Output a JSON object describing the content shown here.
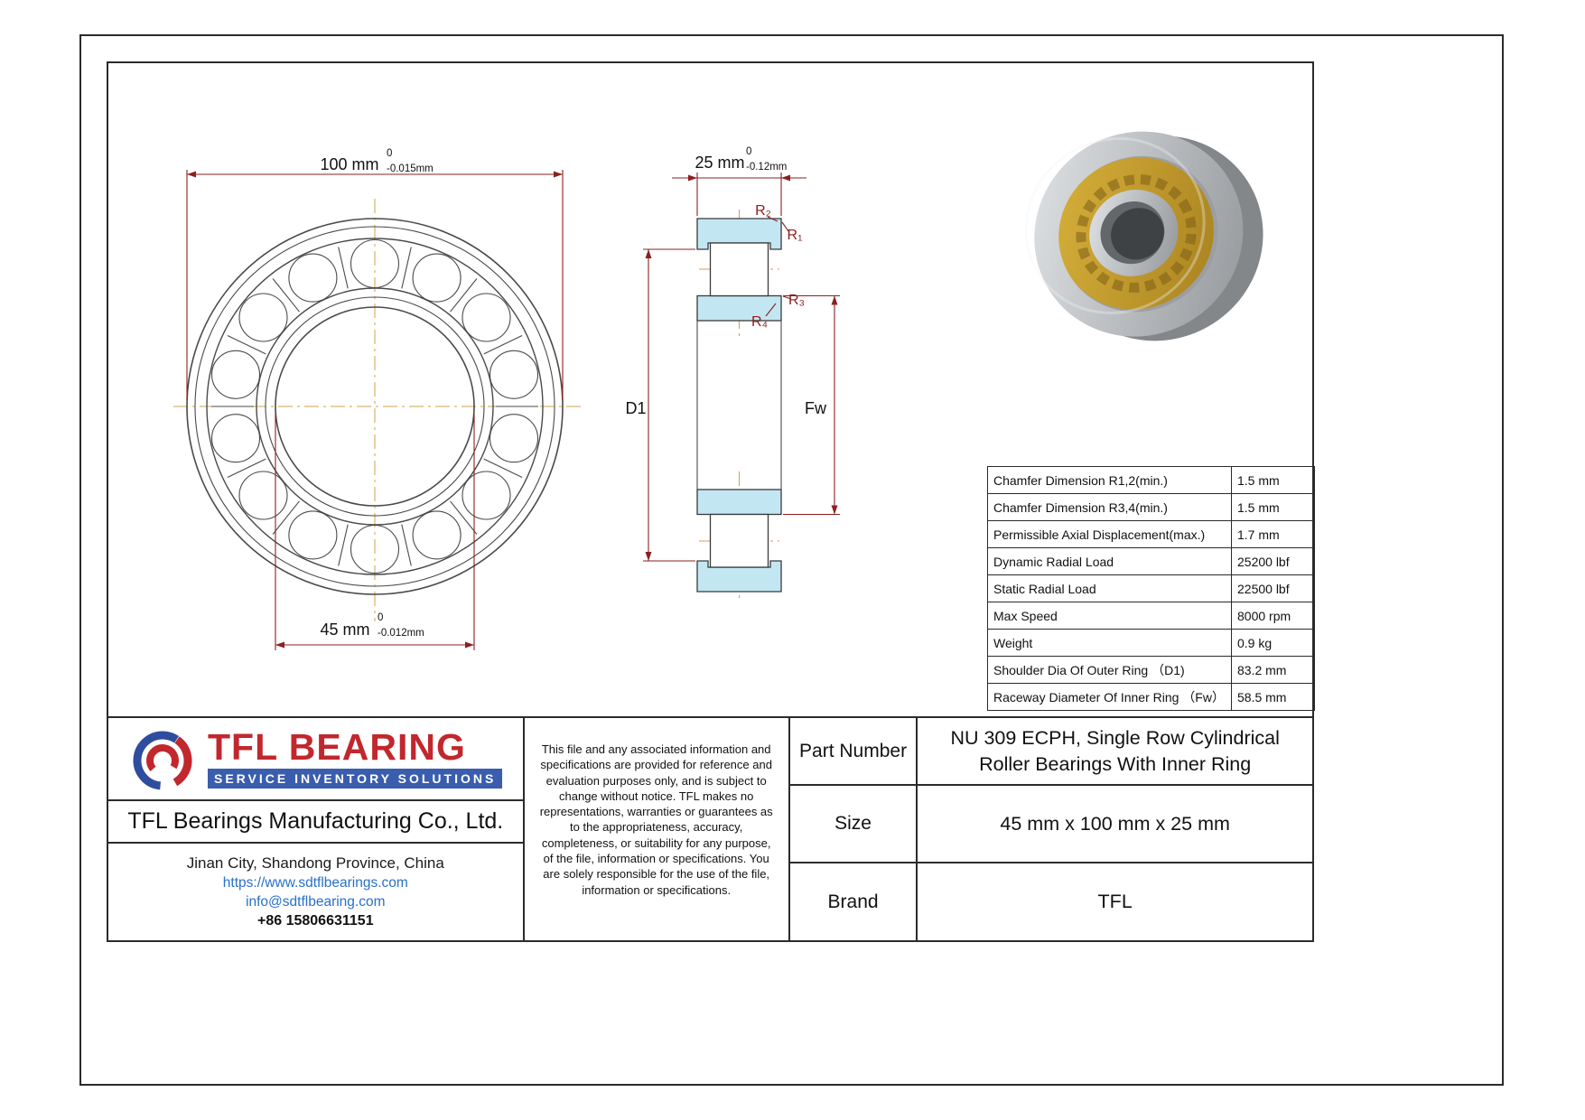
{
  "drawing": {
    "front_view": {
      "dim_outer_value": "100 mm",
      "dim_outer_tol_upper": "0",
      "dim_outer_tol_lower": "-0.015mm",
      "dim_bore_value": "45 mm",
      "dim_bore_tol_upper": "0",
      "dim_bore_tol_lower": "-0.012mm"
    },
    "section_view": {
      "dim_width_value": "25 mm",
      "dim_width_tol_upper": "0",
      "dim_width_tol_lower": "-0.12mm",
      "label_r1": "R₁",
      "label_r2": "R₂",
      "label_r3": "R₃",
      "label_r4": "R₄",
      "label_d1": "D1",
      "label_fw": "Fw"
    },
    "colors": {
      "section_fill": "#c2e7f2",
      "dimension_line": "#8b2020",
      "centerline": "#d1a04b",
      "cage_gold": "#c79f2e",
      "steel_gray": "#b9bdc0"
    }
  },
  "spec_table": {
    "rows": [
      {
        "label": "Chamfer Dimension R1,2(min.)",
        "value": "1.5 mm"
      },
      {
        "label": "Chamfer Dimension R3,4(min.)",
        "value": "1.5 mm"
      },
      {
        "label": "Permissible Axial Displacement(max.)",
        "value": "1.7 mm"
      },
      {
        "label": "Dynamic Radial Load",
        "value": "25200 lbf"
      },
      {
        "label": "Static Radial Load",
        "value": "22500 lbf"
      },
      {
        "label": "Max Speed",
        "value": "8000 rpm"
      },
      {
        "label": "Weight",
        "value": "0.9 kg"
      },
      {
        "label": "Shoulder Dia Of Outer Ring （D1)",
        "value": "83.2 mm"
      },
      {
        "label": "Raceway Diameter Of Inner Ring （Fw）",
        "value": "58.5 mm"
      }
    ]
  },
  "title_block": {
    "logo_brand": "TFL BEARING",
    "logo_tagline": "SERVICE INVENTORY SOLUTIONS",
    "logo_colors": {
      "red": "#c1272d",
      "blue": "#3a5dae"
    },
    "company": "TFL Bearings Manufacturing Co., Ltd.",
    "address": "Jinan City, Shandong Province, China",
    "website": "https://www.sdtflbearings.com",
    "email": "info@sdtflbearing.com",
    "phone": "+86 15806631151",
    "disclaimer": "This file and any associated information and specifications are provided for reference and evaluation purposes only, and is subject to change without notice. TFL makes no representations, warranties or guarantees as to the appropriateness, accuracy, completeness, or suitability for any purpose, of the file, information or specifications.  You are solely responsible for the use of the file, information or specifications.",
    "fields": [
      {
        "label": "Part Number",
        "value": "NU 309 ECPH, Single Row Cylindrical Roller Bearings With Inner Ring"
      },
      {
        "label": "Size",
        "value": "45 mm x 100 mm x 25 mm"
      },
      {
        "label": "Brand",
        "value": "TFL"
      }
    ]
  }
}
